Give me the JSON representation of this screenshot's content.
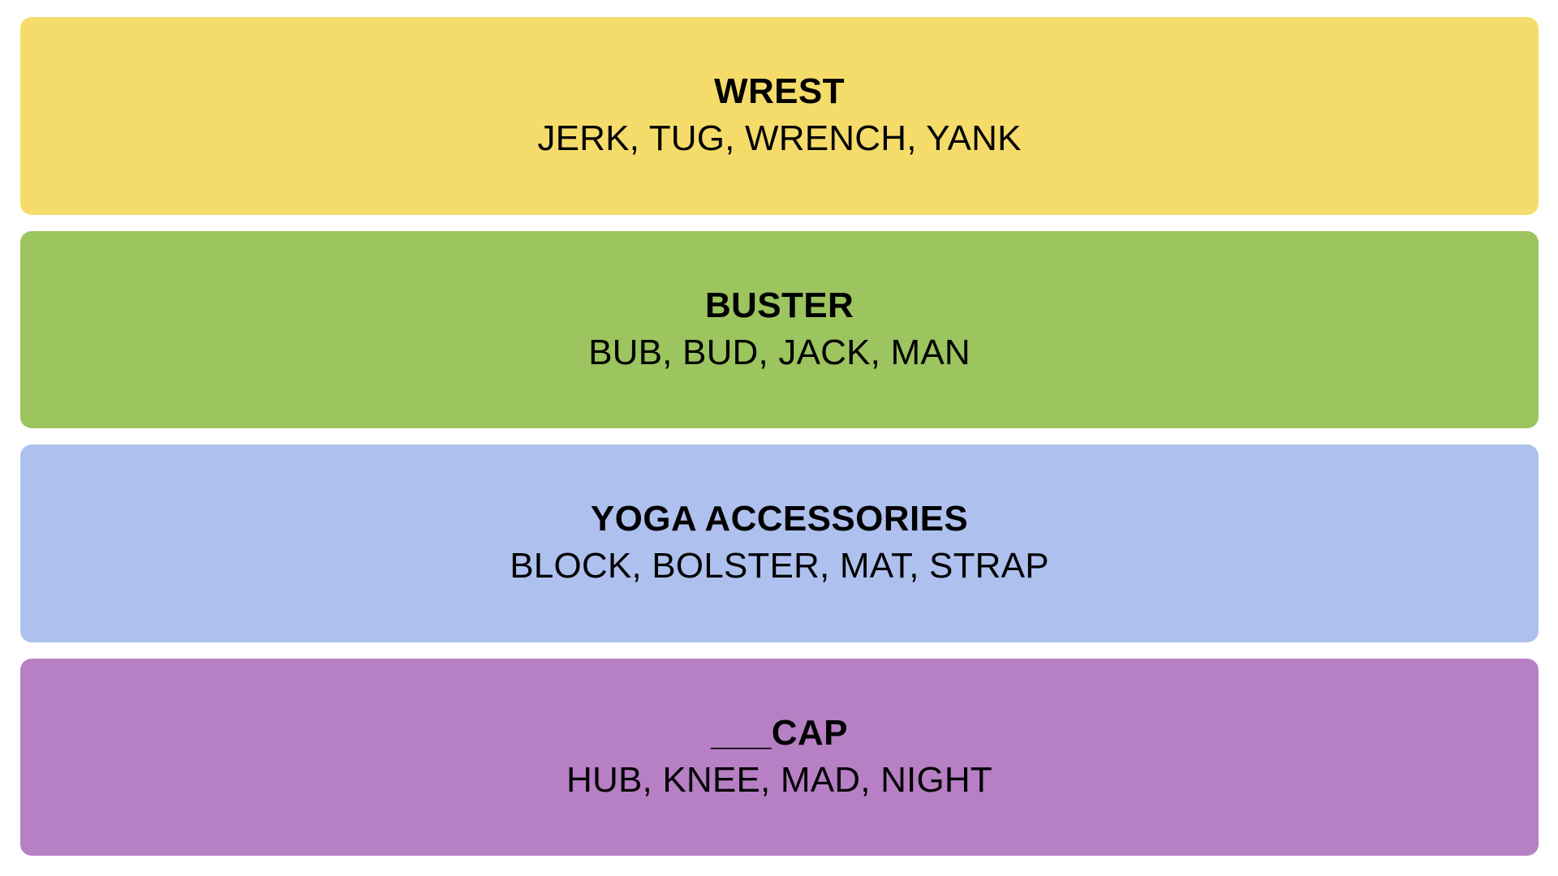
{
  "puzzle": {
    "name": "Connections Solved Board",
    "background_color": "#FFFFFF",
    "text_color": "#000000",
    "groups": [
      {
        "title": "WREST",
        "members_text": "JERK, TUG, WRENCH, YANK",
        "members": [
          "JERK",
          "TUG",
          "WRENCH",
          "YANK"
        ],
        "color": "#F5DC6A",
        "difficulty_label": "yellow"
      },
      {
        "title": "BUSTER",
        "members_text": "BUB, BUD, JACK, MAN",
        "members": [
          "BUB",
          "BUD",
          "JACK",
          "MAN"
        ],
        "color": "#9CC45F",
        "difficulty_label": "green"
      },
      {
        "title": "YOGA ACCESSORIES",
        "members_text": "BLOCK, BOLSTER, MAT, STRAP",
        "members": [
          "BLOCK",
          "BOLSTER",
          "MAT",
          "STRAP"
        ],
        "color": "#AEC1EE",
        "difficulty_label": "blue"
      },
      {
        "title": "___CAP",
        "members_text": "HUB, KNEE, MAD, NIGHT",
        "members": [
          "HUB",
          "KNEE",
          "MAD",
          "NIGHT"
        ],
        "color": "#B77FC4",
        "difficulty_label": "purple"
      }
    ]
  }
}
